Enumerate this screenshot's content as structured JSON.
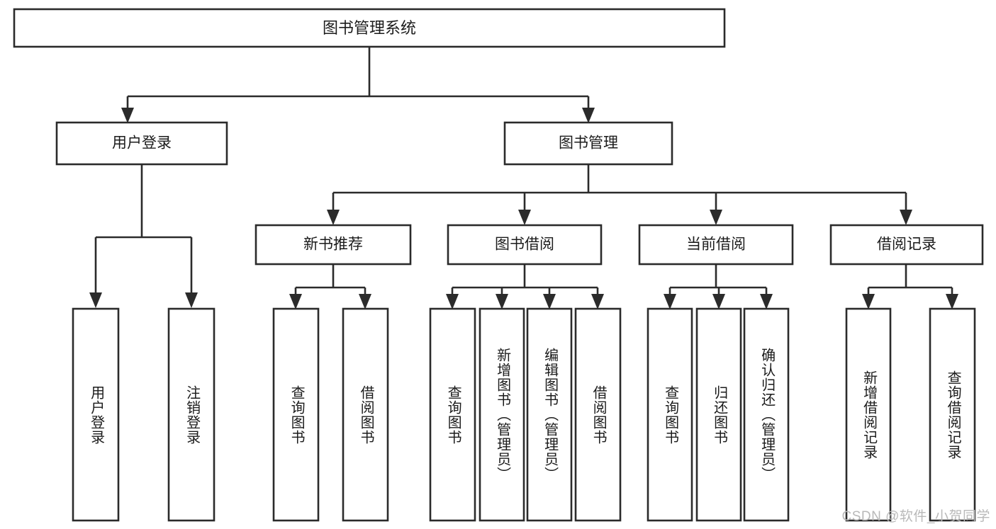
{
  "diagram": {
    "type": "tree-hierarchy",
    "orientation": "top-down",
    "root": {
      "id": "root",
      "label": "图书管理系统"
    },
    "level2": [
      {
        "id": "user-login",
        "label": "用户登录"
      },
      {
        "id": "book-management",
        "label": "图书管理"
      }
    ],
    "level3": [
      {
        "id": "new-book-recommend",
        "label": "新书推荐",
        "parent": "book-management"
      },
      {
        "id": "book-borrow",
        "label": "图书借阅",
        "parent": "book-management"
      },
      {
        "id": "current-borrow",
        "label": "当前借阅",
        "parent": "book-management"
      },
      {
        "id": "borrow-record",
        "label": "借阅记录",
        "parent": "book-management"
      }
    ],
    "leaves": {
      "user-login": [
        {
          "id": "leaf-user-login",
          "label": "用户登录"
        },
        {
          "id": "leaf-logout",
          "label": "注销登录"
        }
      ],
      "new-book-recommend": [
        {
          "id": "leaf-query-book-1",
          "label": "查询图书"
        },
        {
          "id": "leaf-borrow-book-1",
          "label": "借阅图书"
        }
      ],
      "book-borrow": [
        {
          "id": "leaf-query-book-2",
          "label": "查询图书"
        },
        {
          "id": "leaf-add-book",
          "label": "新增图书（管理员）"
        },
        {
          "id": "leaf-edit-book",
          "label": "编辑图书（管理员）"
        },
        {
          "id": "leaf-borrow-book-2",
          "label": "借阅图书"
        }
      ],
      "current-borrow": [
        {
          "id": "leaf-query-book-3",
          "label": "查询图书"
        },
        {
          "id": "leaf-return-book",
          "label": "归还图书"
        },
        {
          "id": "leaf-confirm-return",
          "label": "确认归还（管理员）"
        }
      ],
      "borrow-record": [
        {
          "id": "leaf-add-record",
          "label": "新增借阅记录"
        },
        {
          "id": "leaf-query-record",
          "label": "查询借阅记录"
        }
      ]
    }
  },
  "watermark": {
    "text": "CSDN @软件_小贺同学"
  },
  "colors": {
    "stroke": "#2b2b2b",
    "box_fill": "#ffffff",
    "text": "#1b1b1b",
    "background": "#ffffff",
    "watermark": "#b9b9b9"
  }
}
